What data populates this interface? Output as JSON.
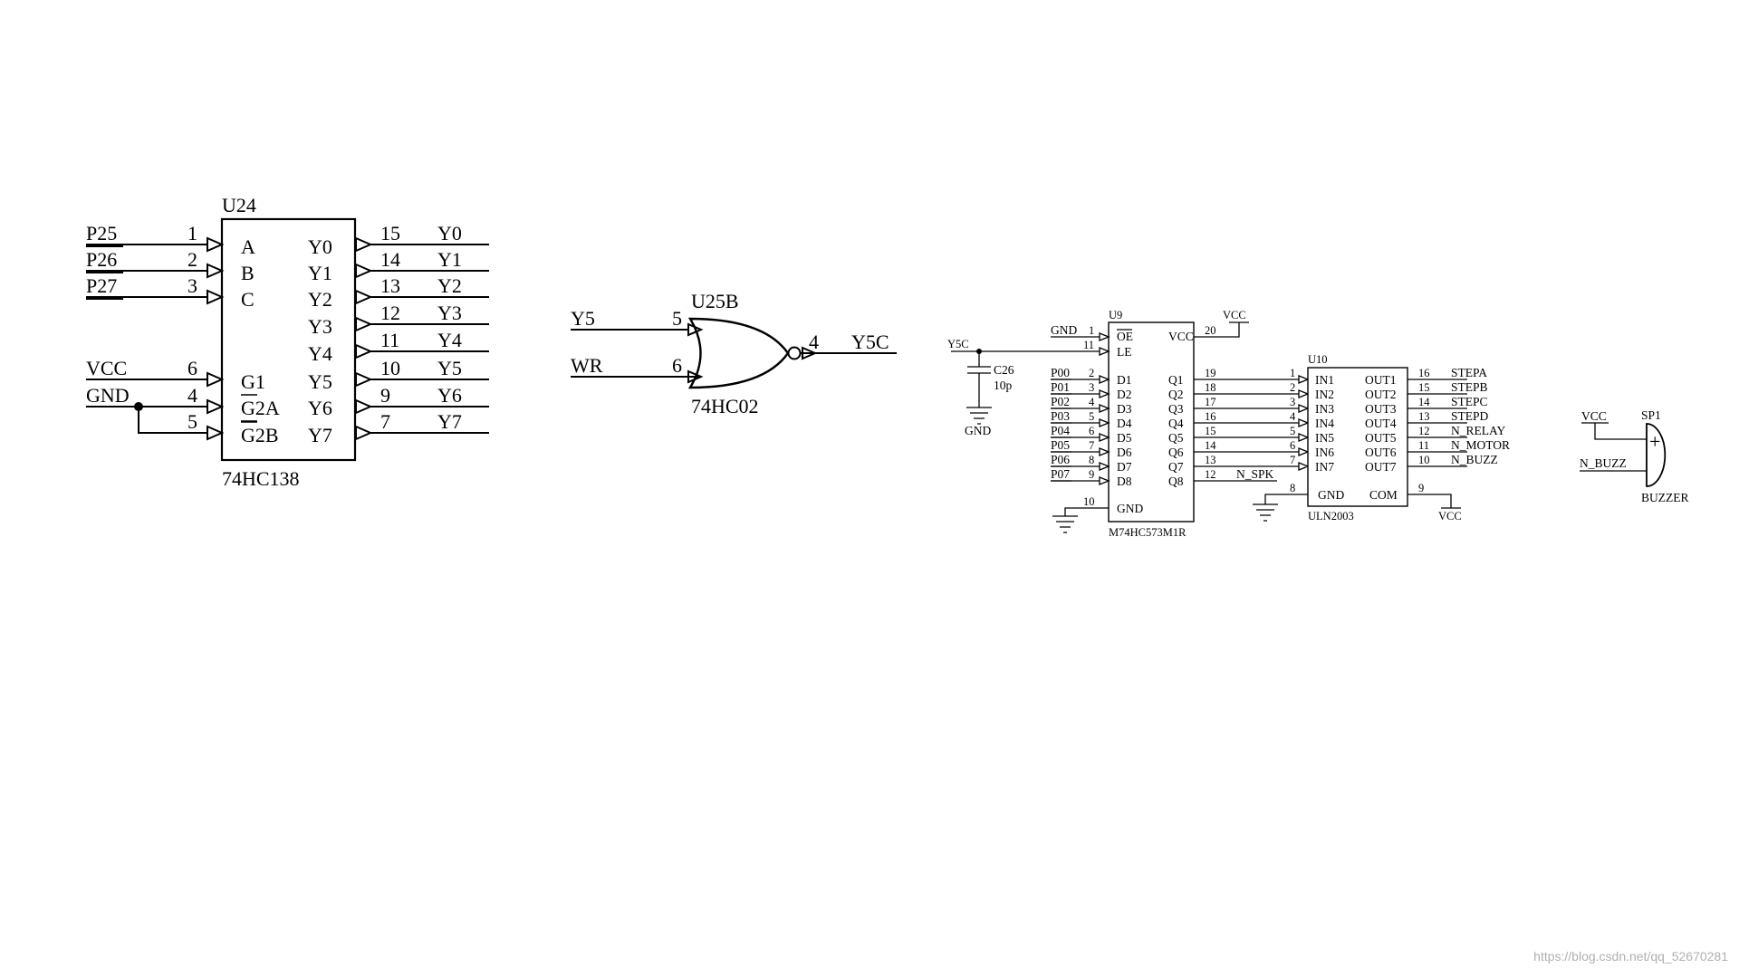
{
  "u24": {
    "ref": "U24",
    "part": "74HC138",
    "left": [
      {
        "net": "P25",
        "pin": "1",
        "name": "A"
      },
      {
        "net": "P26",
        "pin": "2",
        "name": "B"
      },
      {
        "net": "P27",
        "pin": "3",
        "name": "C"
      },
      {
        "net": "VCC",
        "pin": "6",
        "name": "G1"
      },
      {
        "net": "GND",
        "pin": "4",
        "name": "G2A"
      },
      {
        "net": "",
        "pin": "5",
        "name": "G2B"
      }
    ],
    "right": [
      {
        "name": "Y0",
        "pin": "15",
        "net": "Y0"
      },
      {
        "name": "Y1",
        "pin": "14",
        "net": "Y1"
      },
      {
        "name": "Y2",
        "pin": "13",
        "net": "Y2"
      },
      {
        "name": "Y3",
        "pin": "12",
        "net": "Y3"
      },
      {
        "name": "Y4",
        "pin": "11",
        "net": "Y4"
      },
      {
        "name": "Y5",
        "pin": "10",
        "net": "Y5"
      },
      {
        "name": "Y6",
        "pin": "9",
        "net": "Y6"
      },
      {
        "name": "Y7",
        "pin": "7",
        "net": "Y7"
      }
    ]
  },
  "u25b": {
    "ref": "U25B",
    "part": "74HC02",
    "in1": {
      "net": "Y5",
      "pin": "5"
    },
    "in2": {
      "net": "WR",
      "pin": "6"
    },
    "out": {
      "pin": "4",
      "net": "Y5C"
    }
  },
  "u9": {
    "ref": "U9",
    "part": "M74HC573M1R",
    "oe": {
      "net": "GND",
      "pin": "1",
      "name": "OE"
    },
    "le": {
      "net": "Y5C",
      "pin": "11",
      "name": "LE"
    },
    "vcc": {
      "name": "VCC",
      "pin": "20",
      "net": "VCC"
    },
    "gnd": {
      "name": "GND",
      "pin": "10"
    },
    "d": [
      {
        "net": "P00",
        "pin": "2",
        "name": "D1"
      },
      {
        "net": "P01",
        "pin": "3",
        "name": "D2"
      },
      {
        "net": "P02",
        "pin": "4",
        "name": "D3"
      },
      {
        "net": "P03",
        "pin": "5",
        "name": "D4"
      },
      {
        "net": "P04",
        "pin": "6",
        "name": "D5"
      },
      {
        "net": "P05",
        "pin": "7",
        "name": "D6"
      },
      {
        "net": "P06",
        "pin": "8",
        "name": "D7"
      },
      {
        "net": "P07",
        "pin": "9",
        "name": "D8"
      }
    ],
    "q": [
      {
        "name": "Q1",
        "pin": "19"
      },
      {
        "name": "Q2",
        "pin": "18"
      },
      {
        "name": "Q3",
        "pin": "17"
      },
      {
        "name": "Q4",
        "pin": "16"
      },
      {
        "name": "Q5",
        "pin": "15"
      },
      {
        "name": "Q6",
        "pin": "14"
      },
      {
        "name": "Q7",
        "pin": "13"
      },
      {
        "name": "Q8",
        "pin": "12",
        "net": "N_SPK"
      }
    ]
  },
  "c26": {
    "ref": "C26",
    "value": "10p",
    "gnd": "GND"
  },
  "u10": {
    "ref": "U10",
    "part": "ULN2003",
    "in": [
      {
        "pin": "1",
        "name": "IN1"
      },
      {
        "pin": "2",
        "name": "IN2"
      },
      {
        "pin": "3",
        "name": "IN3"
      },
      {
        "pin": "4",
        "name": "IN4"
      },
      {
        "pin": "5",
        "name": "IN5"
      },
      {
        "pin": "6",
        "name": "IN6"
      },
      {
        "pin": "7",
        "name": "IN7"
      }
    ],
    "out": [
      {
        "name": "OUT1",
        "pin": "16",
        "net": "STEPA"
      },
      {
        "name": "OUT2",
        "pin": "15",
        "net": "STEPB"
      },
      {
        "name": "OUT3",
        "pin": "14",
        "net": "STEPC"
      },
      {
        "name": "OUT4",
        "pin": "13",
        "net": "STEPD"
      },
      {
        "name": "OUT5",
        "pin": "12",
        "net": "N_RELAY"
      },
      {
        "name": "OUT6",
        "pin": "11",
        "net": "N_MOTOR"
      },
      {
        "name": "OUT7",
        "pin": "10",
        "net": "N_BUZZ"
      }
    ],
    "gnd": {
      "name": "GND",
      "pin": "8"
    },
    "com": {
      "name": "COM",
      "pin": "9",
      "net": "VCC"
    }
  },
  "sp1": {
    "ref": "SP1",
    "part": "BUZZER",
    "vcc": "VCC",
    "net": "N_BUZZ",
    "plus": "+"
  },
  "watermark": "https://blog.csdn.net/qq_52670281"
}
